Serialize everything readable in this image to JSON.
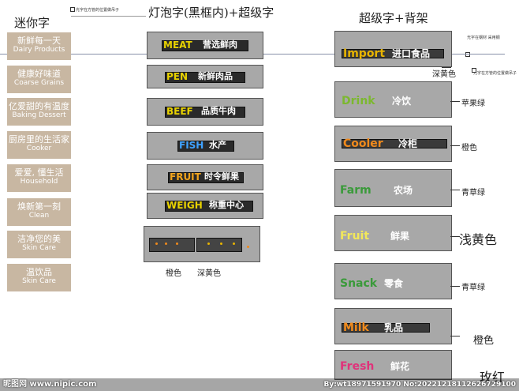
{
  "headings": {
    "left": "迷你字",
    "middle": "灯泡字(黑框内)+超级字",
    "right": "超级字+背架"
  },
  "notes": {
    "top_left": "光字在方管的位置做吊子",
    "right_1": "光字在钢材 采用钢",
    "right_2": "光字在方管的位置做吊子"
  },
  "tiles": [
    {
      "cn": "新鲜每一天",
      "en": "Dairy Products"
    },
    {
      "cn": "健康好味道",
      "en": "Coarse Grains"
    },
    {
      "cn": "亿爱甜的有温度",
      "en": "Baking Dessert"
    },
    {
      "cn": "厨房里的生活家",
      "en": "Cooker"
    },
    {
      "cn": "爱爱, 懂生活",
      "en": "Household"
    },
    {
      "cn": "焕新第一刻",
      "en": "Clean"
    },
    {
      "cn": "洁净您的美",
      "en": "Skin Care"
    },
    {
      "cn": "温饮品",
      "en": "Skin Care"
    }
  ],
  "bulb_signs": [
    {
      "en": "MEAT",
      "cn": "营选鲜肉"
    },
    {
      "en": "PEN",
      "cn": "新鲜肉品"
    },
    {
      "en": "BEEF",
      "cn": "品质牛肉"
    },
    {
      "en": "FISH",
      "cn": "水产"
    },
    {
      "en": "FRUIT",
      "cn": "时令鲜果"
    },
    {
      "en": "WEIGH",
      "cn": "称重中心"
    }
  ],
  "bulb_labels": {
    "left": "橙色",
    "right": "深黄色"
  },
  "super_signs": [
    {
      "en": "Import",
      "cn": "进口食品",
      "label": "深黄色"
    },
    {
      "en": "Drink",
      "cn": "冷饮",
      "label": "苹果绿"
    },
    {
      "en": "Cooler",
      "cn": "冷柜",
      "label": "橙色"
    },
    {
      "en": "Farm",
      "cn": "农场",
      "label": "青草绿"
    },
    {
      "en": "Fruit",
      "cn": "鲜果",
      "label": "浅黄色"
    },
    {
      "en": "Snack",
      "cn": "零食",
      "label": "青草绿"
    },
    {
      "en": "Milk",
      "cn": "乳品",
      "label": "橙色"
    },
    {
      "en": "Fresh",
      "cn": "鲜花",
      "label": "玫红"
    }
  ],
  "watermark": {
    "left": "昵图网 www.nipic.com",
    "right": "By:wt18971591970 No:20221218112626729100"
  },
  "colors": {
    "tile": "#c8b7a2",
    "panel": "#a8a8a8",
    "bulb_bar": "#2a2a2a",
    "deep_yellow": "#e8b400",
    "apple_green": "#7cb82f",
    "orange": "#f08a1c",
    "grass_green": "#3a9a3a",
    "light_yellow": "#f2e85a",
    "rose_red": "#e0327a"
  }
}
